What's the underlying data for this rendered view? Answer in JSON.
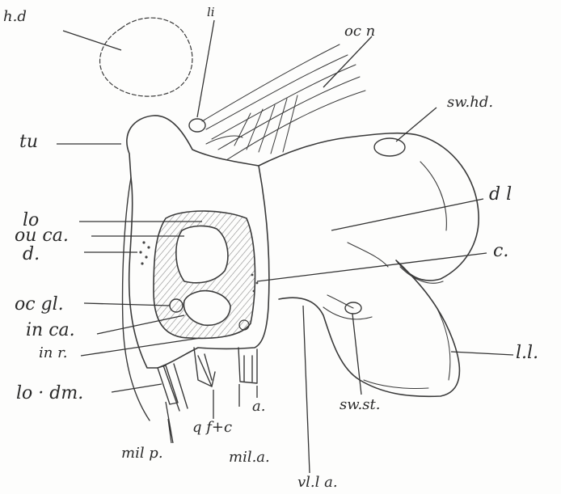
{
  "colors": {
    "ink": "#3a3a3a",
    "paper": "#fdfdfc",
    "hatch": "#8a8a8a"
  },
  "labels": {
    "hd": "h.d",
    "li": "li",
    "ocn": "oc n",
    "swhd": "sw.hd.",
    "tu": "tu",
    "dl": "d l",
    "lo": "lo",
    "ouca": "ou ca.",
    "c": "c.",
    "d": "d.",
    "ocgl": "oc gl.",
    "inca": "in ca.",
    "inr": "in r.",
    "ll": "l.l.",
    "todm": "lo · dm.",
    "a": "a.",
    "swst": "sw.st.",
    "qfc": "q f+c",
    "milp": "mil p.",
    "mila": "mil.a.",
    "vlla": "vl.l a."
  }
}
